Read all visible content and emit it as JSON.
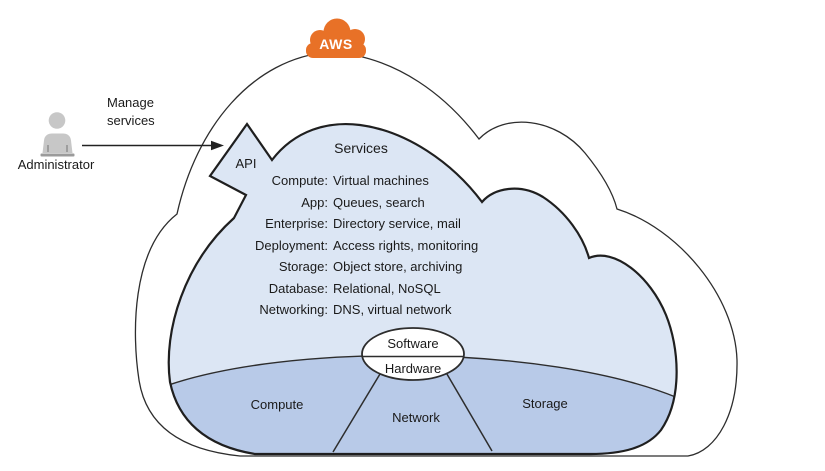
{
  "diagram": {
    "aws_badge": "AWS",
    "administrator": {
      "label": "Administrator",
      "action_label": "Manage services"
    },
    "api_label": "API",
    "services": {
      "title": "Services",
      "items": [
        {
          "category": "Compute:",
          "value": "Virtual machines"
        },
        {
          "category": "App:",
          "value": "Queues, search"
        },
        {
          "category": "Enterprise:",
          "value": "Directory service, mail"
        },
        {
          "category": "Deployment:",
          "value": "Access rights, monitoring"
        },
        {
          "category": "Storage:",
          "value": "Object store, archiving"
        },
        {
          "category": "Database:",
          "value": "Relational, NoSQL"
        },
        {
          "category": "Networking:",
          "value": "DNS, virtual network"
        }
      ]
    },
    "stack": {
      "software": "Software",
      "hardware": "Hardware"
    },
    "infrastructure": {
      "compute": "Compute",
      "network": "Network",
      "storage": "Storage"
    },
    "colors": {
      "aws_orange": "#e87127",
      "cloud_light_blue": "#dce6f4",
      "hardware_band_blue": "#b8cae8",
      "outline_dark": "#2d2d2d"
    }
  }
}
